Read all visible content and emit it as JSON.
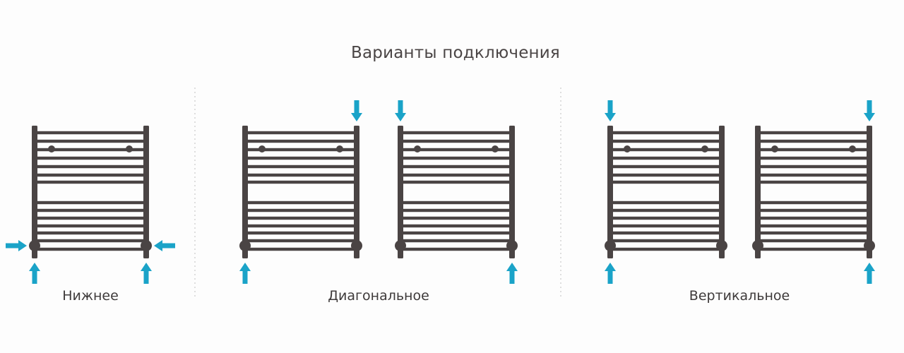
{
  "title": "Варианты подключения",
  "groups": [
    {
      "label": "Нижнее",
      "radiators": [
        {
          "arrows": [
            "left-in",
            "right-in",
            "bottom-left-up",
            "bottom-right-up"
          ]
        }
      ]
    },
    {
      "label": "Диагональное",
      "radiators": [
        {
          "arrows": [
            "top-right-down",
            "bottom-left-up"
          ]
        },
        {
          "arrows": [
            "top-left-down",
            "bottom-right-up"
          ]
        }
      ]
    },
    {
      "label": "Вертикальное",
      "radiators": [
        {
          "arrows": [
            "top-left-down",
            "bottom-left-up"
          ]
        },
        {
          "arrows": [
            "top-right-down",
            "bottom-right-up"
          ]
        }
      ]
    }
  ],
  "colors": {
    "radiator": "#4a4444",
    "arrow": "#1aa3c8",
    "divider": "#c9c9c9",
    "text": "#3e3a3a"
  }
}
